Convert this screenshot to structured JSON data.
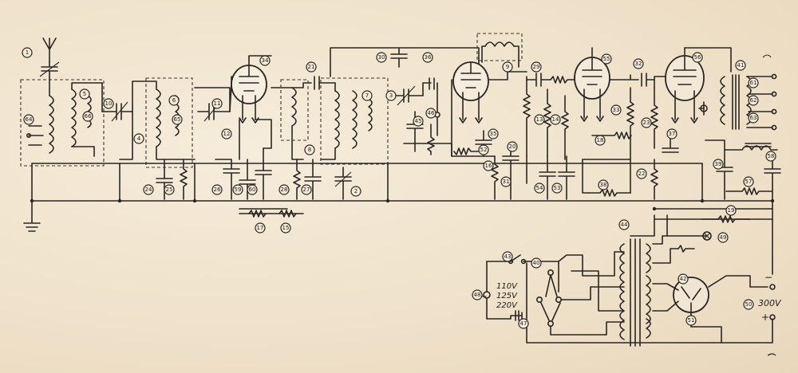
{
  "mains": {
    "voltages": [
      "110V",
      "125V",
      "220V"
    ],
    "tilde": "~"
  },
  "hv_supply": {
    "minus": "−",
    "voltage": "300V",
    "plus": "+"
  },
  "badges": {
    "b1": "1",
    "b2": "2",
    "b3": "3",
    "b4": "4",
    "b5": "5",
    "b6": "6",
    "b7": "7",
    "b8": "8",
    "b9": "9",
    "b10": "10",
    "b11": "11",
    "b12": "12",
    "b13": "13",
    "b14": "14",
    "b15": "15",
    "b16": "16",
    "b17": "17",
    "b18": "18",
    "b19": "19",
    "b20": "20",
    "b21": "21",
    "b22": "22",
    "b23": "23",
    "b24": "24",
    "b25": "25",
    "b26": "26",
    "b27": "27",
    "b28": "28",
    "b29": "29",
    "b30": "30",
    "b31": "31",
    "b32": "32",
    "b33": "33",
    "b34": "34",
    "b35": "35",
    "b36": "36",
    "b37": "37",
    "b38": "38",
    "b39": "39",
    "b40": "40",
    "b41": "41",
    "b42": "42",
    "b43": "43",
    "b44": "44",
    "b45": "45",
    "b46": "46",
    "b47": "47",
    "b48": "48",
    "b49": "49",
    "b50": "50",
    "b51": "51",
    "b52": "52",
    "b53": "53",
    "b54": "54",
    "b55": "55",
    "b56": "56",
    "b57": "57",
    "b58": "58",
    "b59": "59",
    "b60": "60",
    "b61": "61",
    "b62": "62",
    "b63": "63",
    "b64": "64",
    "b65": "65",
    "b66": "66"
  }
}
